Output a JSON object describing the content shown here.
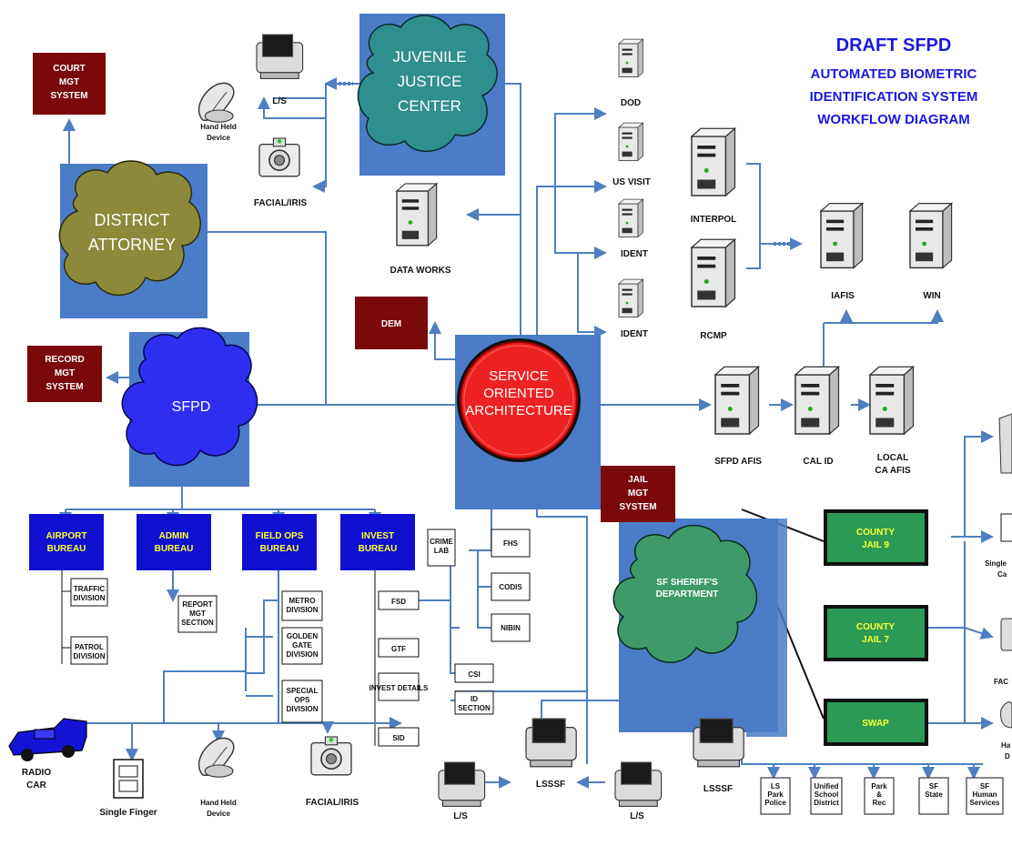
{
  "title": {
    "line1": "DRAFT SFPD",
    "line2": "AUTOMATED BIOMETRIC",
    "line3": "IDENTIFICATION SYSTEM",
    "line4": "WORKFLOW DIAGRAM"
  },
  "colors": {
    "link": "#4f7fc0",
    "panel_blue": "#4a7cc8",
    "dark_red": "#7a0a0a",
    "bureau_blue": "#1010d0",
    "bureau_text": "#ffff33",
    "jail_green": "#2a9a55",
    "soa_red": "#ee2222",
    "sfpd_cloud": "#2e2ef0",
    "da_cloud": "#8c8a3a",
    "juvenile_cloud": "#2f8f8f",
    "sheriff_cloud": "#3f9a6a",
    "title_blue": "#1a1adc"
  },
  "center": {
    "soa": {
      "l1": "SERVICE",
      "l2": "ORIENTED",
      "l3": "ARCHITECTURE"
    }
  },
  "clouds": {
    "juvenile": {
      "l1": "JUVENILE",
      "l2": "JUSTICE",
      "l3": "CENTER"
    },
    "da": {
      "l1": "DISTRICT",
      "l2": "ATTORNEY"
    },
    "sfpd": {
      "l1": "SFPD"
    },
    "sheriff": {
      "l1": "SF SHERIFF'S",
      "l2": "DEPARTMENT"
    }
  },
  "red_boxes": {
    "court": {
      "l1": "COURT",
      "l2": "MGT",
      "l3": "SYSTEM"
    },
    "record": {
      "l1": "RECORD",
      "l2": "MGT",
      "l3": "SYSTEM"
    },
    "dem": {
      "l1": "DEM"
    },
    "jail": {
      "l1": "JAIL",
      "l2": "MGT",
      "l3": "SYSTEM"
    }
  },
  "bureaus": {
    "airport": {
      "l1": "AIRPORT",
      "l2": "BUREAU"
    },
    "admin": {
      "l1": "ADMIN",
      "l2": "BUREAU"
    },
    "fieldops": {
      "l1": "FIELD OPS",
      "l2": "BUREAU"
    },
    "invest": {
      "l1": "INVEST",
      "l2": "BUREAU"
    }
  },
  "jails": {
    "jail9": {
      "l1": "COUNTY",
      "l2": "JAIL 9"
    },
    "jail7": {
      "l1": "COUNTY",
      "l2": "JAIL 7"
    },
    "swap": {
      "l1": "SWAP"
    }
  },
  "servers": {
    "dod": "DOD",
    "usvisit": "US VISIT",
    "ident1": "IDENT",
    "ident2": "IDENT",
    "dataworks": "DATA WORKS",
    "interpol": "INTERPOL",
    "rcmp": "RCMP",
    "iafis": "IAFIS",
    "win": "WIN",
    "sfpd_afis": "SFPD AFIS",
    "cal_id": "CAL ID",
    "local_caafis_l1": "LOCAL",
    "local_caafis_l2": "CA AFIS"
  },
  "devices": {
    "ls_top": "L/S",
    "handheld_top_l1": "Hand Held",
    "handheld_top_l2": "Device",
    "facial_top": "FACIAL/IRIS",
    "radio_car_l1": "RADIO",
    "radio_car_l2": "CAR",
    "single_finger": "Single Finger",
    "handheld_bottom_l1": "Hand Held",
    "handheld_bottom_l2": "Device",
    "facial_bottom": "FACIAL/IRIS",
    "ls_bottom_left": "L/S",
    "lsssf_center": "LSSSF",
    "ls_bottom_right": "L/S",
    "lsssf_right": "LSSSF"
  },
  "divisions": {
    "airport": [
      {
        "l1": "TRAFFIC",
        "l2": "DIVISION"
      },
      {
        "l1": "PATROL",
        "l2": "DIVISION"
      }
    ],
    "admin": [
      {
        "l1": "REPORT",
        "l2": "MGT",
        "l3": "SECTION"
      }
    ],
    "fieldops": [
      {
        "l1": "METRO",
        "l2": "DIVISION"
      },
      {
        "l1": "GOLDEN",
        "l2": "GATE",
        "l3": "DIVISION"
      },
      {
        "l1": "SPECIAL",
        "l2": "OPS",
        "l3": "DIVISION"
      }
    ],
    "invest": [
      "FSD",
      "GTF",
      "INVEST DETAILS",
      "SID"
    ],
    "crime_lab": {
      "l1": "CRIME",
      "l2": "LAB"
    },
    "lab_units": [
      "FHS",
      "CODIS",
      "NIBIN"
    ],
    "csi": "CSI",
    "id_section": {
      "l1": "ID",
      "l2": "SECTION"
    }
  },
  "agencies": [
    {
      "l1": "LS",
      "l2": "Park",
      "l3": "Police"
    },
    {
      "l1": "Unified",
      "l2": "School",
      "l3": "District"
    },
    {
      "l1": "Park",
      "l2": "&",
      "l3": "Rec"
    },
    {
      "l1": "SF",
      "l2": "State"
    },
    {
      "l1": "SF",
      "l2": "Human",
      "l3": "Services"
    }
  ],
  "right_edge": {
    "single_card_l1": "Single",
    "single_card_l2": "Ca",
    "facial_clip": "FAC",
    "handheld_clip_l1": "Ha",
    "handheld_clip_l2": "D"
  }
}
